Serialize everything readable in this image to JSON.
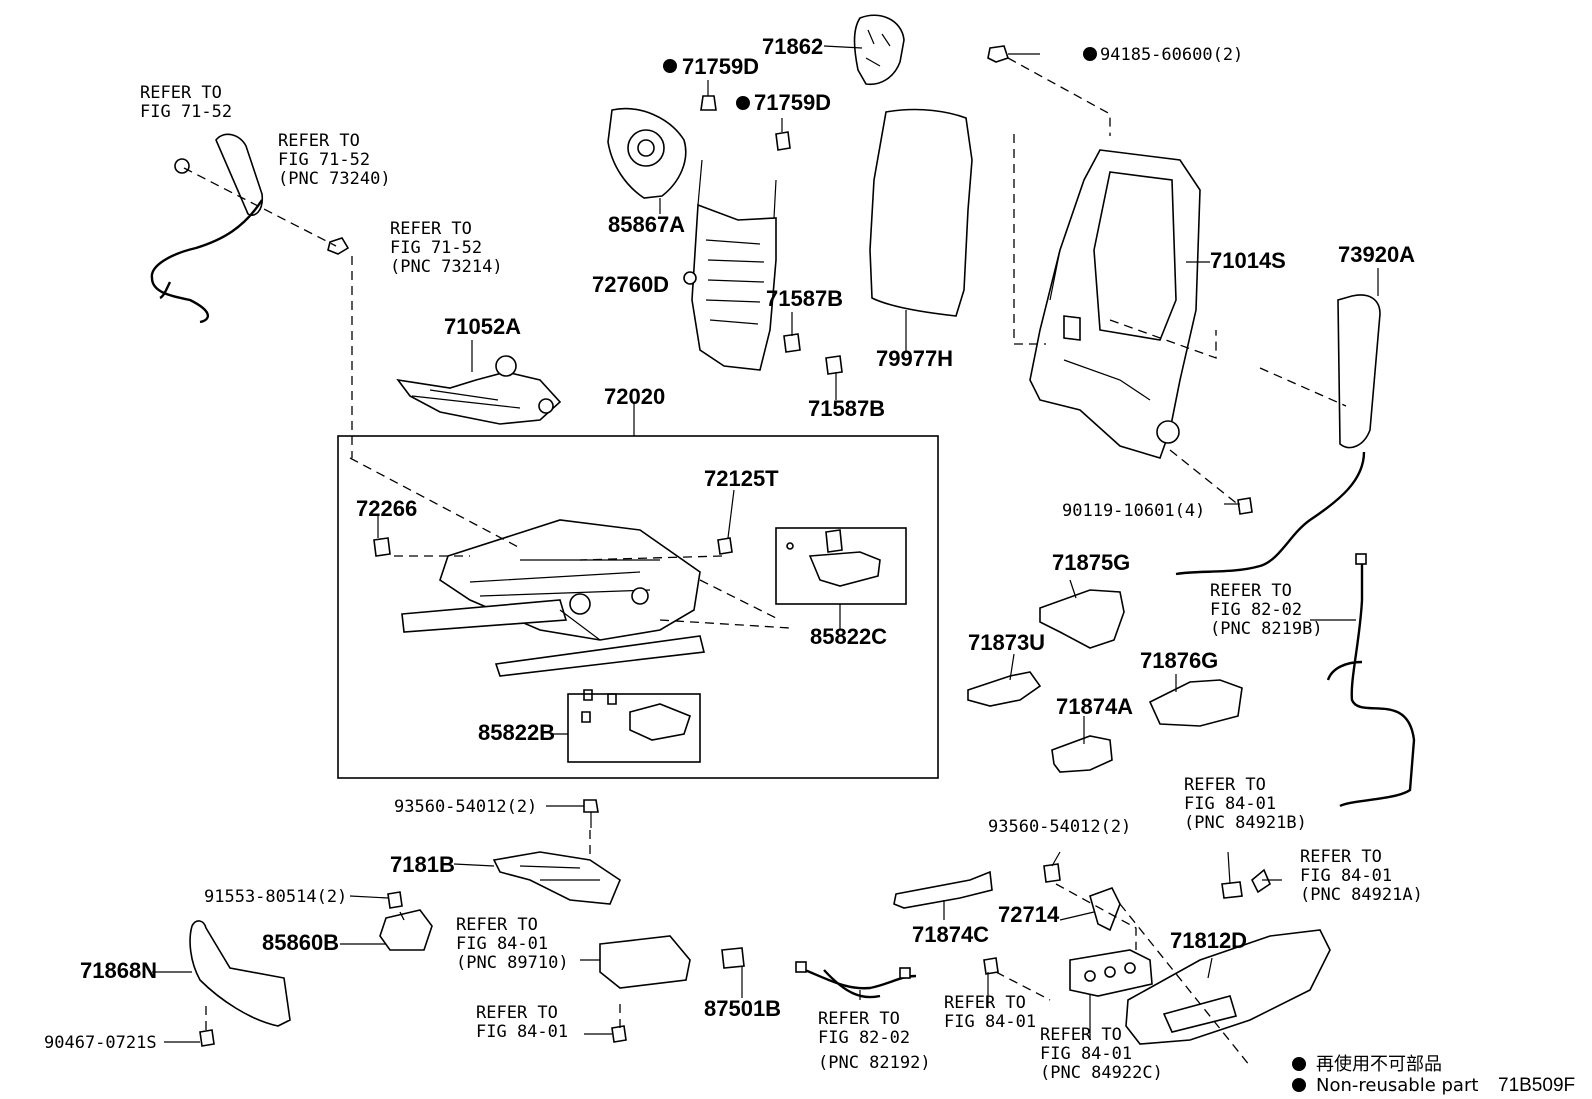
{
  "figure_id": "71B509F",
  "legend": {
    "non_reusable_ja": "再使用不可部品",
    "non_reusable_en": "Non-reusable part"
  },
  "parts": {
    "p71862": "71862",
    "p71759D_a": "71759D",
    "p71759D_b": "71759D",
    "p94185": "94185-60600(2)",
    "p85867A": "85867A",
    "p72760D": "72760D",
    "p71587B_a": "71587B",
    "p71587B_b": "71587B",
    "p79977H": "79977H",
    "p71014S": "71014S",
    "p73920A": "73920A",
    "p71052A": "71052A",
    "p72020": "72020",
    "p72266": "72266",
    "p72125T": "72125T",
    "p85822C": "85822C",
    "p85822B": "85822B",
    "p90119": "90119-10601(4)",
    "p71875G": "71875G",
    "p71873U": "71873U",
    "p71876G": "71876G",
    "p71874A": "71874A",
    "p93560_a": "93560-54012(2)",
    "p93560_b": "93560-54012(2)",
    "p7181B": "7181B",
    "p91553": "91553-80514(2)",
    "p85860B": "85860B",
    "p71868N": "71868N",
    "p90467": "90467-0721S",
    "p87501B": "87501B",
    "p71874C": "71874C",
    "p72714": "72714",
    "p71812D": "71812D"
  },
  "refs": {
    "r1": [
      "REFER TO",
      "FIG 71-52"
    ],
    "r2": [
      "REFER TO",
      "FIG 71-52",
      "(PNC 73240)"
    ],
    "r3": [
      "REFER TO",
      "FIG 71-52",
      "(PNC 73214)"
    ],
    "r4": [
      "REFER TO",
      "FIG 82-02",
      "(PNC 8219B)"
    ],
    "r5": [
      "REFER TO",
      "FIG 84-01",
      "(PNC 84921B)"
    ],
    "r6": [
      "REFER TO",
      "FIG 84-01",
      "(PNC 84921A)"
    ],
    "r7": [
      "REFER TO",
      "FIG 84-01",
      "(PNC 89710)"
    ],
    "r8": [
      "REFER TO",
      "FIG 84-01"
    ],
    "r9": [
      "REFER TO",
      "FIG 82-02",
      "(PNC 82192)"
    ],
    "r10": [
      "REFER TO",
      "FIG 84-01"
    ],
    "r11": [
      "REFER TO",
      "FIG 84-01",
      "(PNC 84922C)"
    ]
  }
}
